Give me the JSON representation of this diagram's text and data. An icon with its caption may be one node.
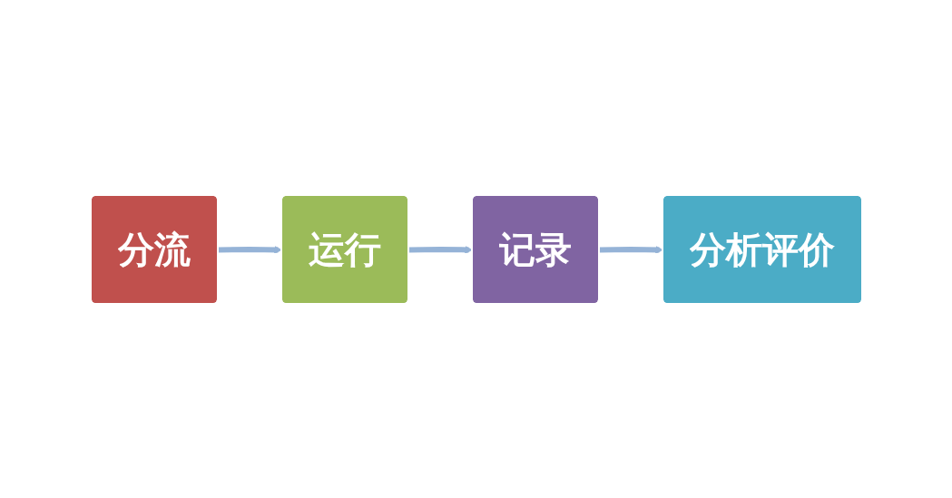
{
  "diagram": {
    "nodes": [
      {
        "text": [
          "分流"
        ]
      },
      {
        "text": [
          "运行"
        ]
      },
      {
        "text": [
          "记录"
        ]
      },
      {
        "text": [
          "分析评价"
        ]
      }
    ],
    "edges": [
      {
        "from": 0,
        "to": 1,
        "arrow": "to"
      },
      {
        "from": 1,
        "to": 2,
        "arrow": "to"
      },
      {
        "from": 2,
        "to": 3,
        "arrow": "to"
      }
    ]
  }
}
